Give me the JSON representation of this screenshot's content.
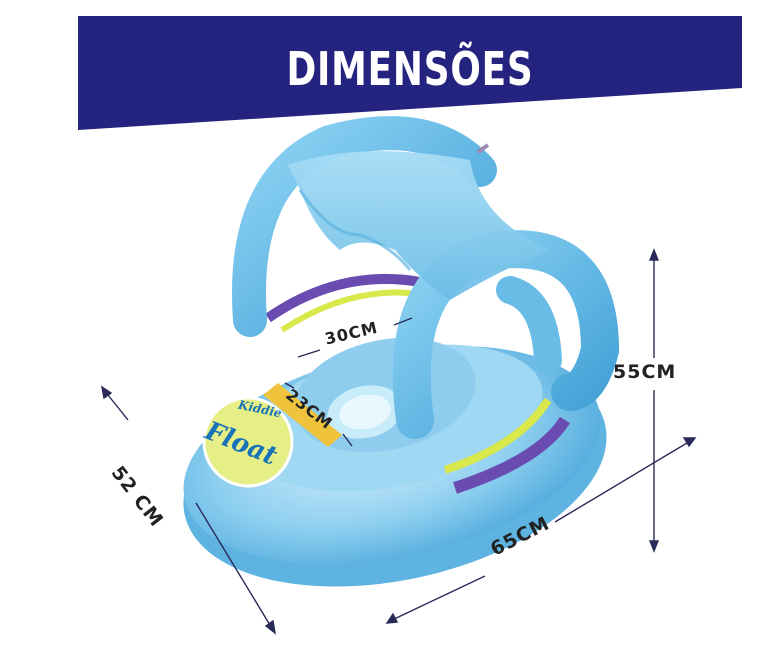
{
  "banner": {
    "title": "DIMENSÕES"
  },
  "product": {
    "brand_small": "Kiddie",
    "brand_large": "Float"
  },
  "dimensions": {
    "height": "55CM",
    "depth": "52 CM",
    "width": "65CM",
    "seat_width": "30CM",
    "seat_hole": "23CM"
  },
  "colors": {
    "banner_bg": "#24237f",
    "float_blue": "#7cc6ec",
    "float_dark": "#3f9fd6",
    "stripe_purple": "#6a4bb0",
    "stripe_yellow": "#d9e84a",
    "badge_yellow": "#e6ef86",
    "arrow": "#2a2a5a"
  },
  "icons": [
    "dimension-arrow-icon"
  ]
}
